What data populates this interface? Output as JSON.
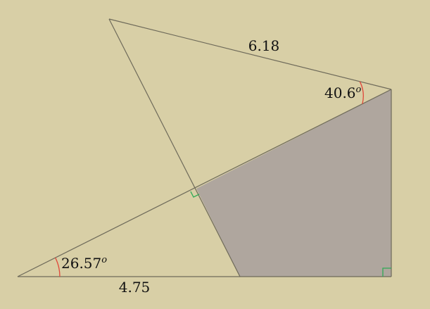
{
  "labels": {
    "side_top": "6.18",
    "side_bottom": "4.75",
    "angle_right": "40.6",
    "angle_left": "26.57",
    "degree_mark": "o"
  },
  "colors": {
    "background": "#d8cfa6",
    "shaded_region": "#afa69e",
    "edges": "#6e6a5a",
    "angle_arcs": "#e0473a",
    "right_angle_marks": "#2faa55"
  }
}
